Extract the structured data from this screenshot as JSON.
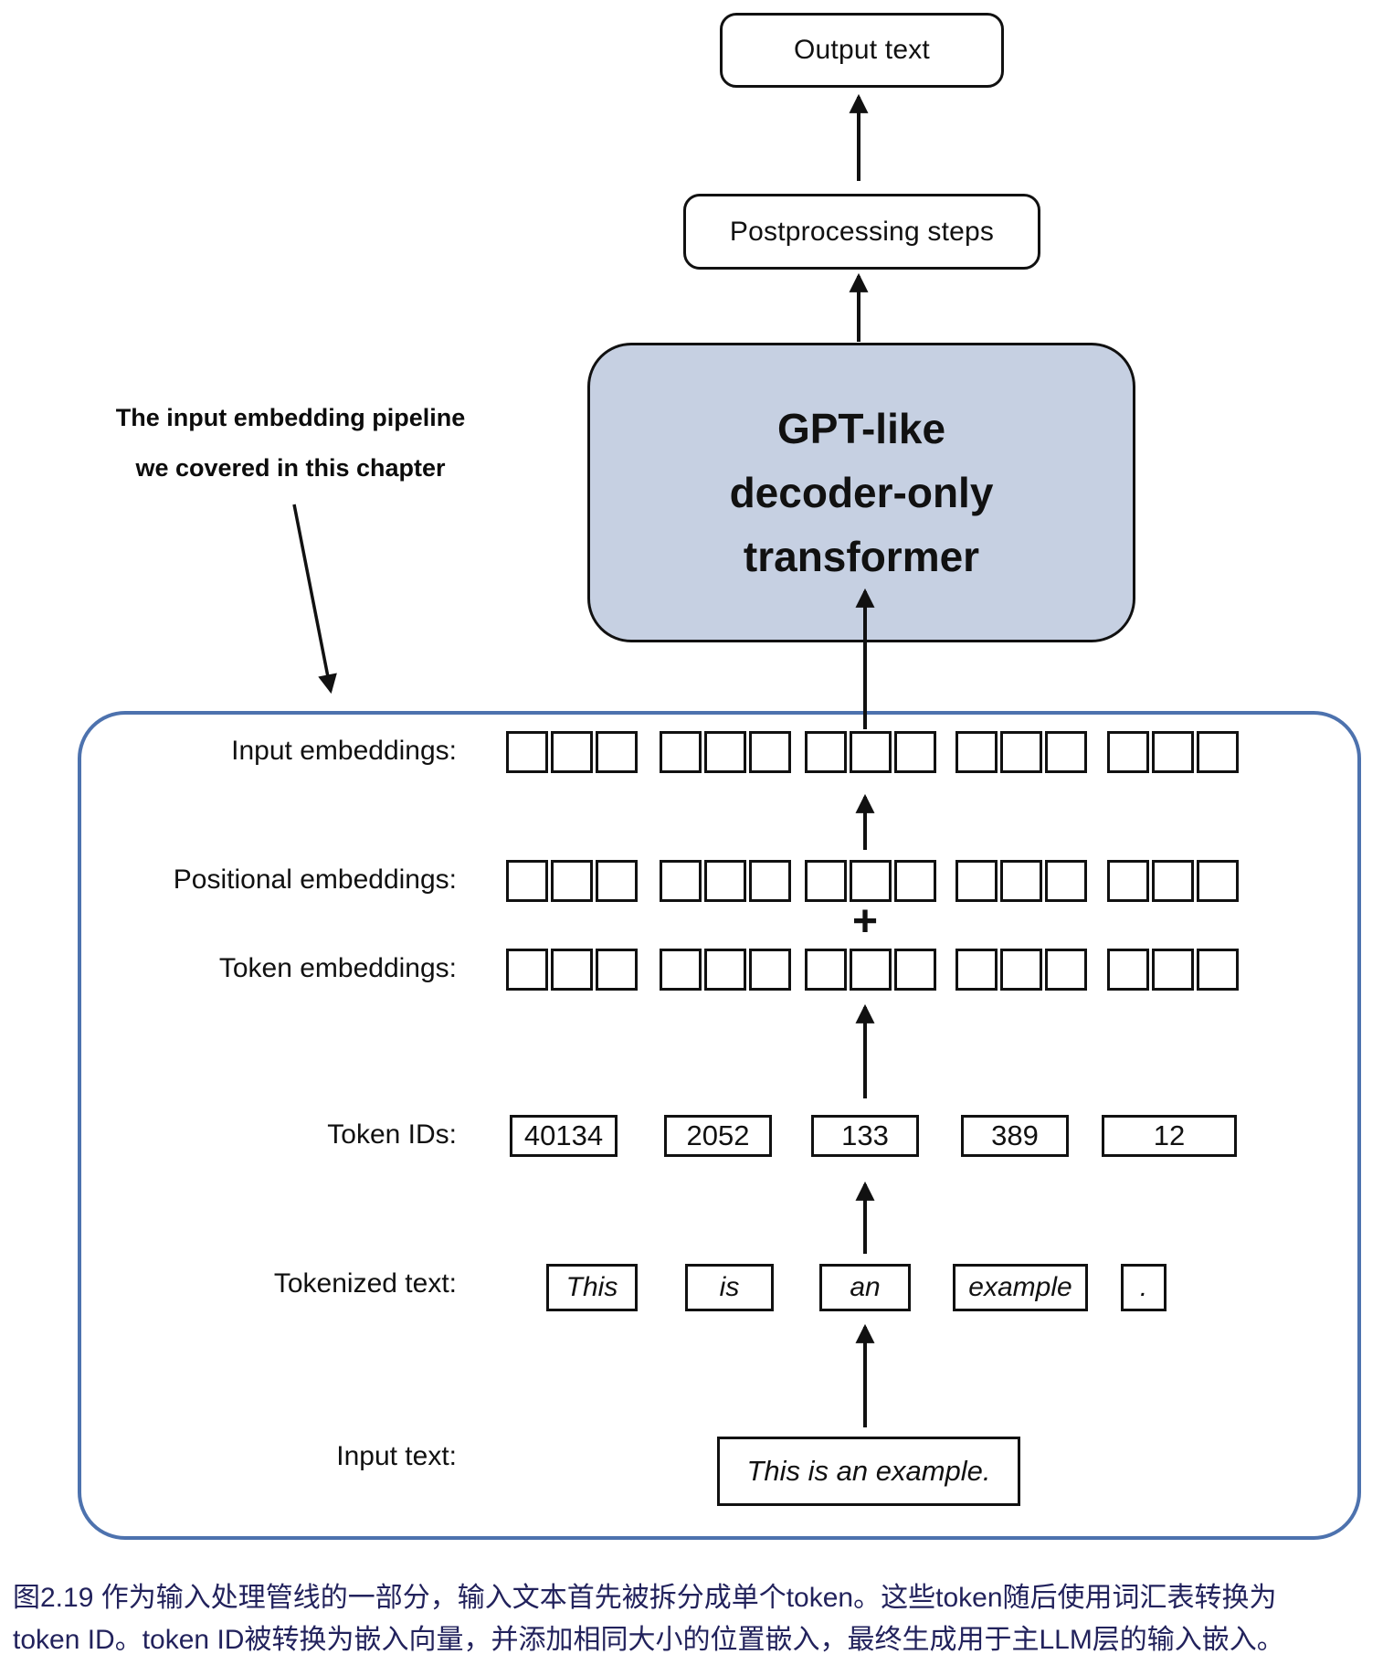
{
  "diagram": {
    "output_box_label": "Output text",
    "postprocessing_box_label": "Postprocessing steps",
    "gpt_box": {
      "line1": "GPT-like",
      "line2": "decoder-only",
      "line3": "transformer"
    },
    "annotation": {
      "line1": "The input embedding pipeline",
      "line2": "we covered in this chapter"
    },
    "plus_symbol": "+",
    "embedding_groups": 5,
    "cells_per_group": 3,
    "rows": {
      "input_embeddings": {
        "label": "Input embeddings:"
      },
      "positional_embeddings": {
        "label": "Positional embeddings:"
      },
      "token_embeddings": {
        "label": "Token embeddings:"
      },
      "token_ids": {
        "label": "Token IDs:",
        "values": [
          "40134",
          "2052",
          "133",
          "389",
          "12"
        ]
      },
      "tokenized_text": {
        "label": "Tokenized text:",
        "tokens": [
          "This",
          "is",
          "an",
          "example",
          "."
        ]
      },
      "input_text": {
        "label": "Input text:",
        "value": "This is an example."
      }
    }
  },
  "caption": {
    "line1": "图2.19 作为输入处理管线的一部分，输入文本首先被拆分成单个token。这些token随后使用词汇表转换为",
    "line2": "token ID。token ID被转换为嵌入向量，并添加相同大小的位置嵌入，最终生成用于主LLM层的输入嵌入。"
  },
  "colors": {
    "gpt_box_fill": "#c6d0e2",
    "pipeline_container_border": "#4d72ae",
    "caption_text": "#22225c",
    "stroke": "#111111"
  }
}
